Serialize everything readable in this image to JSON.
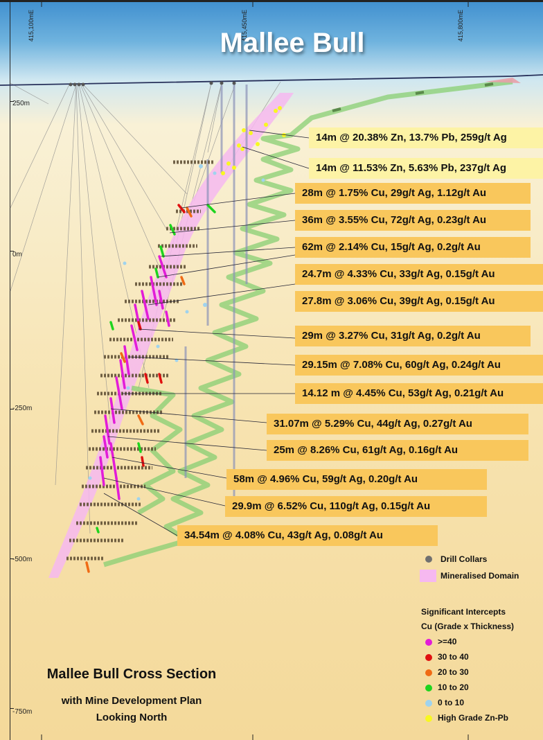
{
  "header": {
    "title": "Mallee Bull"
  },
  "grid": {
    "eastings": [
      "415,100mE",
      "415,450mE",
      "415,800mE"
    ],
    "rl_labels": [
      "250m",
      "0m",
      "-250m",
      "-500m",
      "-750m"
    ]
  },
  "intercepts": [
    {
      "text": "14m @ 20.38% Zn, 13.7% Pb, 259g/t Ag",
      "type": "Zn-Pb"
    },
    {
      "text": "14m @ 11.53% Zn, 5.63% Pb, 237g/t Ag",
      "type": "Zn-Pb"
    },
    {
      "text": "28m @ 1.75% Cu, 29g/t Ag, 1.12g/t Au",
      "type": "Cu"
    },
    {
      "text": "36m @ 3.55% Cu, 72g/t Ag, 0.23g/t Au",
      "type": "Cu"
    },
    {
      "text": "62m @ 2.14% Cu, 15g/t Ag, 0.2g/t Au",
      "type": "Cu"
    },
    {
      "text": "24.7m @ 4.33% Cu, 33g/t Ag, 0.15g/t Au",
      "type": "Cu"
    },
    {
      "text": "27.8m @ 3.06% Cu, 39g/t Ag, 0.15g/t Au",
      "type": "Cu"
    },
    {
      "text": "29m @ 3.27% Cu, 31g/t Ag, 0.2g/t Au",
      "type": "Cu"
    },
    {
      "text": "29.15m @ 7.08% Cu, 60g/t Ag, 0.24g/t Au",
      "type": "Cu"
    },
    {
      "text": "14.12 m @ 4.45% Cu, 53g/t Ag, 0.21g/t Au",
      "type": "Cu"
    },
    {
      "text": "31.07m @ 5.29% Cu, 44g/t Ag, 0.27g/t Au",
      "type": "Cu"
    },
    {
      "text": "25m @ 8.26% Cu, 61g/t Ag, 0.16g/t Au",
      "type": "Cu"
    },
    {
      "text": "58m @ 4.96% Cu, 59g/t Ag, 0.20g/t Au",
      "type": "Cu"
    },
    {
      "text": "29.9m @ 6.52% Cu, 110g/t Ag, 0.15g/t Au",
      "type": "Cu"
    },
    {
      "text": "34.54m @ 4.08% Cu, 43g/t Ag, 0.08g/t Au",
      "type": "Cu"
    }
  ],
  "legend": {
    "drill_collars": "Drill Collars",
    "mineralised_domain": "Mineralised Domain",
    "heading1": "Significant Intercepts",
    "heading2": "Cu (Grade x Thickness)",
    "classes": [
      {
        "label": ">=40",
        "color": "#e21cd8"
      },
      {
        "label": "30 to 40",
        "color": "#e01010"
      },
      {
        "label": "20 to 30",
        "color": "#f06a14"
      },
      {
        "label": "10 to 20",
        "color": "#1ed41e"
      },
      {
        "label": "0 to 10",
        "color": "#9fd3ee"
      },
      {
        "label": "High Grade Zn-Pb",
        "color": "#f8f820"
      }
    ],
    "collar_color": "#707070",
    "domain_color": "#f6b8f0"
  },
  "footer": {
    "title": "Mallee Bull Cross Section",
    "subtitle_1": "with Mine Development Plan",
    "subtitle_2": "Looking North"
  }
}
